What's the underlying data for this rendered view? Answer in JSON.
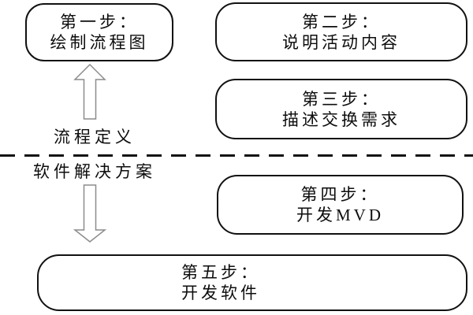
{
  "diagram": {
    "background_color": "#ffffff",
    "box_border_color": "#111111",
    "text_color": "#0d0d0d",
    "arrow_outline_color": "#8c8c8c",
    "boxes": [
      {
        "id": "step1",
        "line1": "第一步：",
        "line2": "绘制流程图"
      },
      {
        "id": "step2",
        "line1": "第二步：",
        "line2": "说明活动内容"
      },
      {
        "id": "step3",
        "line1": "第三步：",
        "line2": "描述交换需求"
      },
      {
        "id": "step4",
        "line1": "第四步：",
        "line2": "开发MVD"
      },
      {
        "id": "step5",
        "line1": "第五步：",
        "line2": "开发软件"
      }
    ],
    "labels": {
      "process_definition": "流程定义",
      "software_solution": "软件解决方案"
    },
    "arrows": [
      {
        "id": "up-arrow",
        "direction": "up"
      },
      {
        "id": "down-arrow",
        "direction": "down"
      }
    ]
  }
}
